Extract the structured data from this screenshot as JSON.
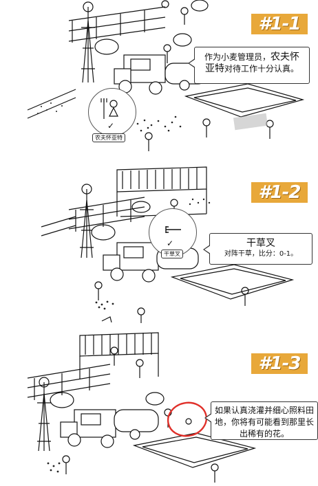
{
  "panels": [
    {
      "badge": "#1-1",
      "callout_line1": "作为小麦管理员，",
      "callout_strong": "农夫怀",
      "callout_line2": "亚特",
      "callout_line2_rest": "对待工作十分认真。",
      "tag": "农夫怀亚特",
      "check": "✓"
    },
    {
      "badge": "#1-2",
      "callout_title": "干草叉",
      "callout_sub": "对阵干草，比分：0-1。",
      "tag": "干草叉",
      "check": "✓"
    },
    {
      "badge": "#1-3",
      "callout_line1": "如果认真浇灌并细心照料田",
      "callout_line2": "地，你将有可能看到那里长",
      "callout_line3": "出稀有的花。"
    }
  ],
  "highlight_color": "#e0302a",
  "badge_color": "#e8a83a"
}
